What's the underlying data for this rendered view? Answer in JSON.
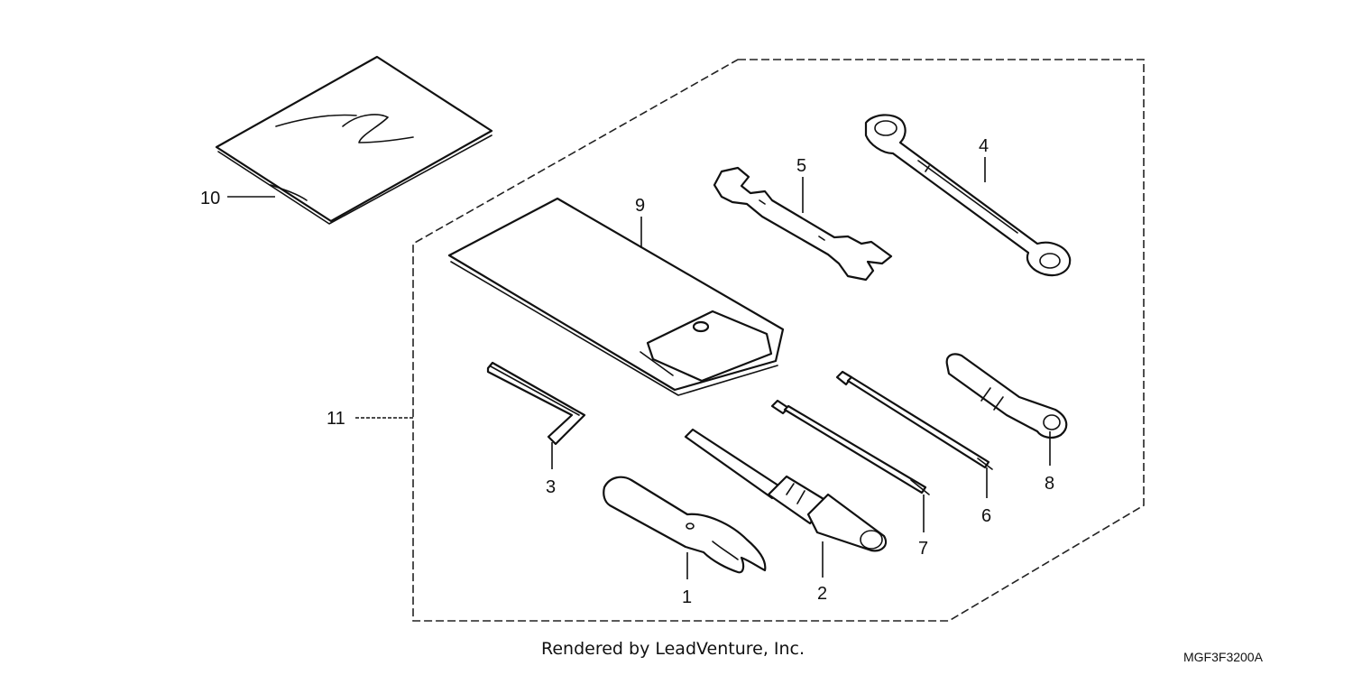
{
  "callouts": {
    "c1": "1",
    "c2": "2",
    "c3": "3",
    "c4": "4",
    "c5": "5",
    "c6": "6",
    "c7": "7",
    "c8": "8",
    "c9": "9",
    "c10": "10",
    "c11": "11"
  },
  "footer": {
    "credit": "Rendered by LeadVenture, Inc.",
    "diagram_code": "MGF3F3200A"
  }
}
